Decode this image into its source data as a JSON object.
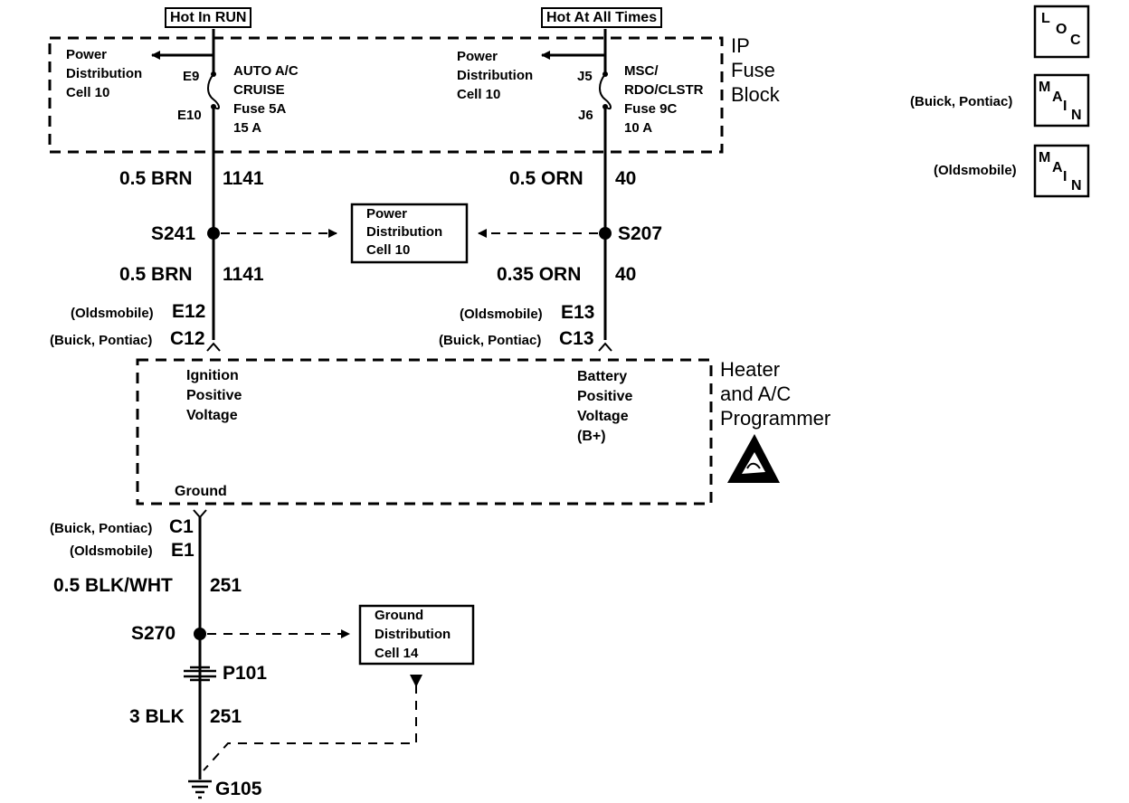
{
  "tags": {
    "hot_in_run": "Hot In RUN",
    "hot_at_all_times": "Hot At All Times"
  },
  "fuse_block": {
    "name_1": "IP",
    "name_2": "Fuse",
    "name_3": "Block",
    "left_pd": [
      "Power",
      "Distribution",
      "Cell 10"
    ],
    "right_pd": [
      "Power",
      "Distribution",
      "Cell 10"
    ],
    "left_fuse": {
      "top_pin": "E9",
      "bottom_pin": "E10",
      "lines": [
        "AUTO A/C",
        "CRUISE",
        "Fuse 5A",
        "15 A"
      ]
    },
    "right_fuse": {
      "top_pin": "J5",
      "bottom_pin": "J6",
      "lines": [
        "MSC/",
        "RDO/CLSTR",
        "Fuse 9C",
        "10 A"
      ]
    }
  },
  "wires": {
    "left_upper": {
      "gauge": "0.5 BRN",
      "circuit": "1141"
    },
    "right_upper": {
      "gauge": "0.5 ORN",
      "circuit": "40"
    },
    "left_lower": {
      "gauge": "0.5 BRN",
      "circuit": "1141"
    },
    "right_lower": {
      "gauge": "0.35 ORN",
      "circuit": "40"
    },
    "ground_upper": {
      "gauge": "0.5 BLK/WHT",
      "circuit": "251"
    },
    "ground_lower": {
      "gauge": "3 BLK",
      "circuit": "251"
    }
  },
  "splices": {
    "left": "S241",
    "right": "S207",
    "ground": "S270"
  },
  "power_dist_box": [
    "Power",
    "Distribution",
    "Cell 10"
  ],
  "ground_dist_box": [
    "Ground",
    "Distribution",
    "Cell 14"
  ],
  "connectors": {
    "left_top": {
      "label": "(Oldsmobile)",
      "pin": "E12"
    },
    "left_bottom": {
      "label": "(Buick, Pontiac)",
      "pin": "C12"
    },
    "right_top": {
      "label": "(Oldsmobile)",
      "pin": "E13"
    },
    "right_bottom": {
      "label": "(Buick, Pontiac)",
      "pin": "C13"
    },
    "ground_top": {
      "label": "(Buick, Pontiac)",
      "pin": "C1"
    },
    "ground_bottom": {
      "label": "(Oldsmobile)",
      "pin": "E1"
    }
  },
  "module": {
    "name": [
      "Heater",
      "and A/C",
      "Programmer"
    ],
    "ignition": [
      "Ignition",
      "Positive",
      "Voltage"
    ],
    "battery": [
      "Battery",
      "Positive",
      "Voltage",
      "(B+)"
    ],
    "ground": "Ground"
  },
  "inline_connector": "P101",
  "ground_point": "G105",
  "legend": {
    "loc": {
      "a": "L",
      "b": "O",
      "c": "C"
    },
    "main1": {
      "label": "(Buick, Pontiac)",
      "a": "M",
      "b": "A",
      "c": "I",
      "d": "N"
    },
    "main2": {
      "label": "(Oldsmobile)",
      "a": "M",
      "b": "A",
      "c": "I",
      "d": "N"
    }
  }
}
